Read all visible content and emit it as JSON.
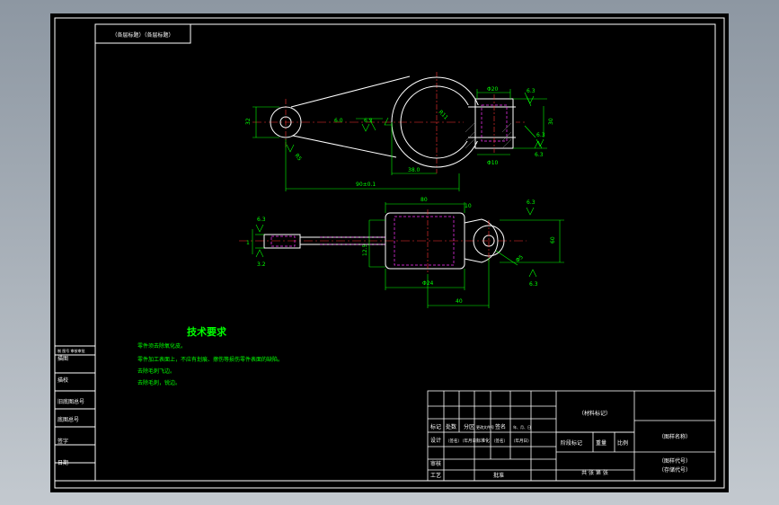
{
  "top_label": "（各层标题）（各层标题）",
  "title_tech": "技术要求",
  "tech_requirements": [
    "零件须去除氧化皮。",
    "零件加工表面上，不应有划痕、擦伤等损伤零件表面的缺陷。",
    "去除毛刺飞边。",
    "去除毛刺，锐边。"
  ],
  "left_strip": [
    "制 图号 审核审批",
    "描图",
    "描校",
    "旧底图总号",
    "底图总号",
    "签字",
    "日期"
  ],
  "title_block": {
    "material": "（材料标记）",
    "part_name": "（图样名称）",
    "drawing_no": "（图样代号）",
    "storage_no": "（存储代号）",
    "row_headers": [
      "标记",
      "处数",
      "分区",
      "更改文件号",
      "签名",
      "年、月、日"
    ],
    "design_row": [
      "设计",
      "（签名）",
      "（年月日）",
      "标准化",
      "（签名）",
      "（年月日）"
    ],
    "stage_labels": [
      "阶段标记",
      "重量",
      "比例"
    ],
    "review": "审核",
    "process": "工艺",
    "approve": "批准",
    "sheets": "共 张 第 张"
  },
  "dimensions": {
    "d_phi20": "Φ20",
    "d_80": "80",
    "d_6": "6.0",
    "d_6_3": "6.3",
    "d_38": "38.0",
    "d_90": "90±0.1",
    "d_r5": "R5",
    "d_phi10": "Φ10",
    "d_r11": "R11",
    "d_phi60": "Φ60",
    "d_10": "10",
    "d_3_2": "3.2",
    "d_40": "40",
    "d_phi24": "Φ24",
    "d_12_5": "12.5",
    "d_60": "60",
    "d_phi5": "Φ5",
    "d_30": "30",
    "d_32": "32",
    "d_1": "1"
  }
}
